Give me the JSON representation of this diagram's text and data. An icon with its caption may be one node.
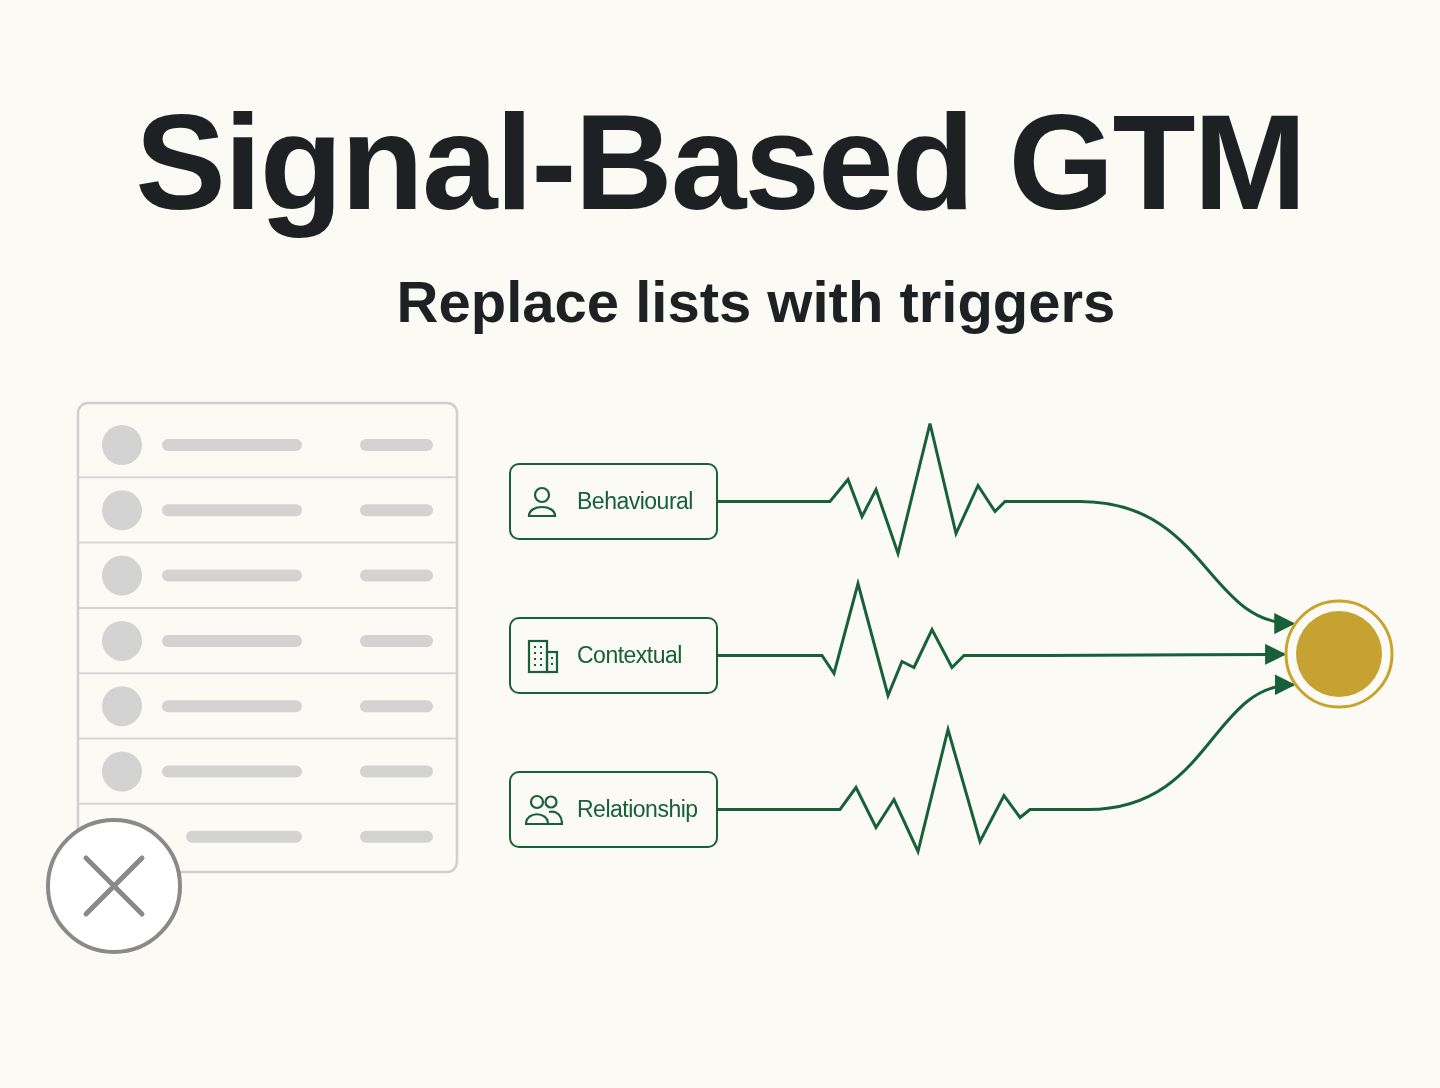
{
  "diagram": {
    "title": "Signal-Based GTM",
    "nodes": [
      {
        "text": [
          "Behavioural"
        ]
      },
      {
        "text": [
          "Contextual"
        ]
      },
      {
        "text": [
          "Relationship"
        ]
      },
      {
        "text": [],
        "shape": "circle"
      }
    ],
    "edges": [
      {
        "from": 0,
        "to": 3,
        "arrow": "to"
      },
      {
        "from": 1,
        "to": 3,
        "arrow": "to"
      },
      {
        "from": 2,
        "to": 3,
        "arrow": "to"
      }
    ],
    "labels": [
      "Replace lists with triggers"
    ]
  }
}
